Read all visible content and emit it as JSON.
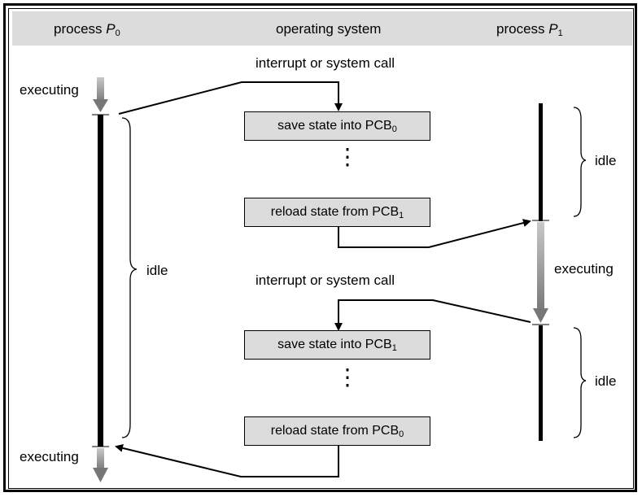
{
  "header": {
    "p0_text": "process ",
    "p0_letter": "P",
    "p0_sub": "0",
    "os": "operating system",
    "p1_text": "process ",
    "p1_letter": "P",
    "p1_sub": "1"
  },
  "labels": {
    "interrupt_top": "interrupt or system call",
    "interrupt_mid": "interrupt or system call",
    "executing_p0_top": "executing",
    "executing_p0_bottom": "executing",
    "executing_p1": "executing",
    "idle_p0": "idle",
    "idle_p1_top": "idle",
    "idle_p1_bottom": "idle",
    "dots": "⋮"
  },
  "boxes": {
    "save_pcb0": {
      "text": "save state into PCB",
      "sub": "0"
    },
    "reload_pcb1": {
      "text": "reload state from PCB",
      "sub": "1"
    },
    "save_pcb1": {
      "text": "save state into PCB",
      "sub": "1"
    },
    "reload_pcb0": {
      "text": "reload state from PCB",
      "sub": "0"
    }
  },
  "colors": {
    "header_bg": "#dcdcdc",
    "box_bg": "#dcdcdc",
    "line": "#000000",
    "exec_gray": "#8c8c8c"
  }
}
